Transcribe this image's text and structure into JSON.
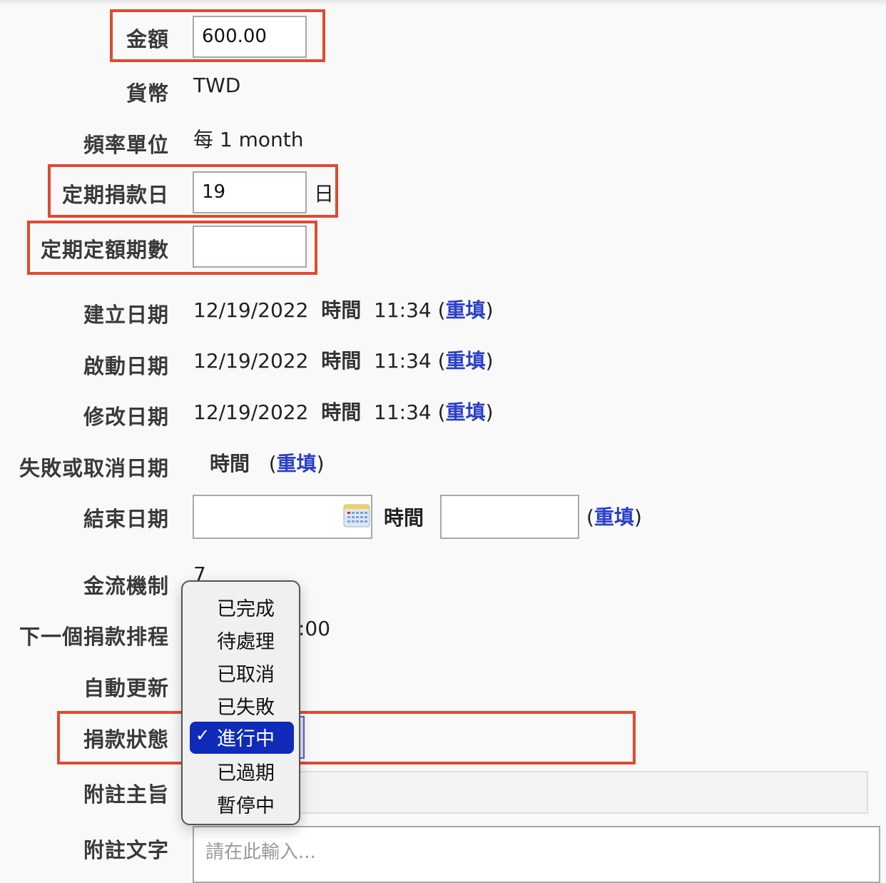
{
  "form": {
    "amount": {
      "label": "金額",
      "value": "600.00"
    },
    "currency": {
      "label": "貨幣",
      "value": "TWD"
    },
    "frequency": {
      "label": "頻率單位",
      "value": "每 1 month"
    },
    "recurring_day": {
      "label": "定期捐款日",
      "value": "19",
      "suffix": "日"
    },
    "installments": {
      "label": "定期定額期數",
      "value": ""
    },
    "created_date": {
      "label": "建立日期",
      "date": "12/19/2022",
      "time_label": "時間",
      "time": "11:34",
      "reset": "重填"
    },
    "start_date": {
      "label": "啟動日期",
      "date": "12/19/2022",
      "time_label": "時間",
      "time": "11:34",
      "reset": "重填"
    },
    "modified_date": {
      "label": "修改日期",
      "date": "12/19/2022",
      "time_label": "時間",
      "time": "11:34",
      "reset": "重填"
    },
    "failed_date": {
      "label": "失敗或取消日期",
      "time_label": "時間",
      "reset": "重填"
    },
    "end_date": {
      "label": "結束日期",
      "date": "",
      "time_label": "時間",
      "time": "",
      "reset": "重填"
    },
    "gateway": {
      "label": "金流機制",
      "value": "7"
    },
    "next_schedule": {
      "label": "下一個捐款排程",
      "value_visible": ":00"
    },
    "auto_renew": {
      "label": "自動更新"
    },
    "status": {
      "label": "捐款狀態",
      "selected": "進行中"
    },
    "note_subject": {
      "label": "附註主旨",
      "value": ""
    },
    "note_text": {
      "label": "附註文字",
      "placeholder": "請在此輸入..."
    }
  },
  "status_menu": {
    "options": [
      "已完成",
      "待處理",
      "已取消",
      "已失敗",
      "進行中",
      "已過期",
      "暫停中"
    ],
    "selected_index": 4,
    "check": "✓"
  },
  "colors": {
    "highlight_border": "#e04a30",
    "link": "#2a3fc8",
    "selected_option": "#0f2bb8"
  }
}
